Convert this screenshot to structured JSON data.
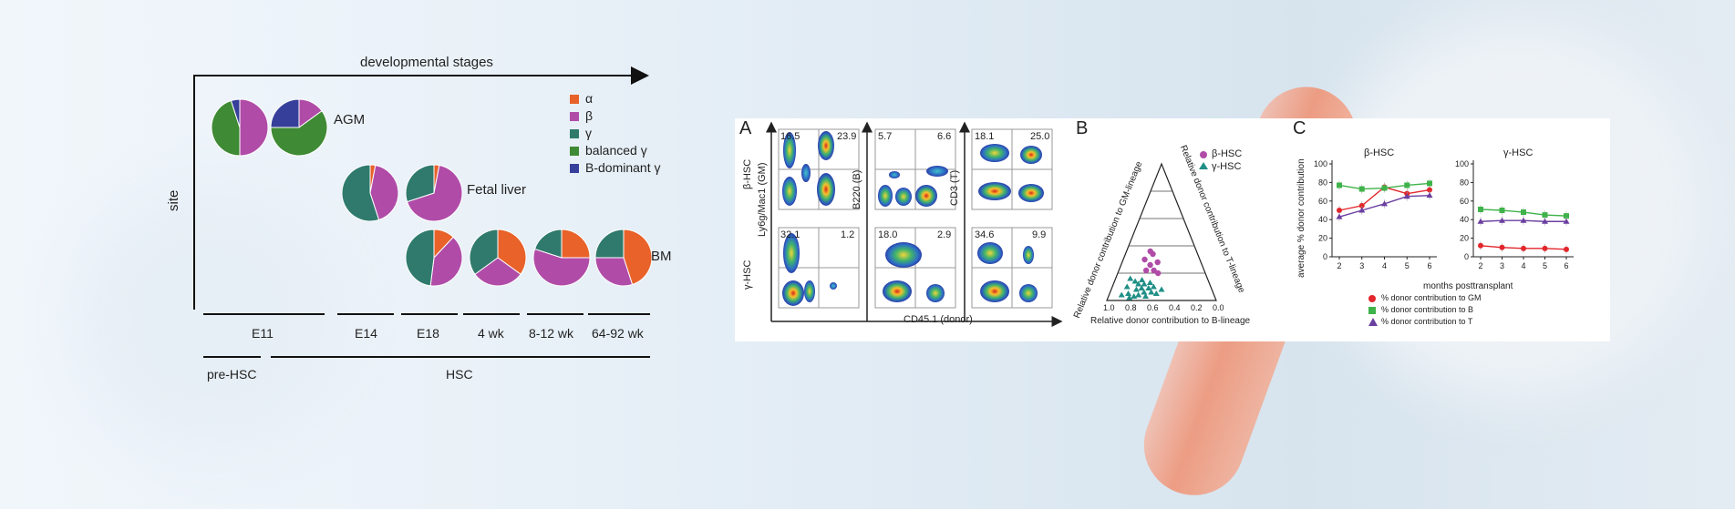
{
  "left_figure": {
    "x_axis_label": "developmental stages",
    "y_axis_label": "site",
    "sites": [
      "AGM",
      "Fetal liver",
      "BM"
    ],
    "legend": [
      {
        "label": "α",
        "color": "#e8622a"
      },
      {
        "label": "β",
        "color": "#b04ca8"
      },
      {
        "label": "γ",
        "color": "#2f7a6c"
      },
      {
        "label": "balanced γ",
        "color": "#3f8a34"
      },
      {
        "label": "B-dominant γ",
        "color": "#36409a"
      }
    ],
    "stages": [
      "E11",
      "E14",
      "E18",
      "4 wk",
      "8-12 wk",
      "64-92 wk"
    ],
    "groups": [
      "pre-HSC",
      "HSC"
    ]
  },
  "panel_A": {
    "letter": "A",
    "row_labels": [
      "β-HSC",
      "γ-HSC"
    ],
    "y_labels": [
      "Ly6g/Mac1 (GM)",
      "B220 (B)",
      "CD3 (T)"
    ],
    "x_label": "CD45.1 (donor)",
    "quadrant_values": [
      [
        "16.5",
        "23.9"
      ],
      [
        "5.7",
        "6.6"
      ],
      [
        "18.1",
        "25.0"
      ],
      [
        "32.1",
        "1.2"
      ],
      [
        "18.0",
        "2.9"
      ],
      [
        "34.6",
        "9.9"
      ]
    ]
  },
  "panel_B": {
    "letter": "B",
    "legend": [
      "β-HSC",
      "γ-HSC"
    ],
    "axis_left": "Relative donor contribution to GM-lineage",
    "axis_right": "Relative donor contribution to T-lineage",
    "axis_bottom": "Relative donor contribution to B-lineage",
    "ticks": [
      "0.0",
      "0.2",
      "0.4",
      "0.6",
      "0.8",
      "1.0"
    ]
  },
  "panel_C": {
    "letter": "C",
    "titles": [
      "β-HSC",
      "γ-HSC"
    ],
    "y_label": "average % donor contribution",
    "x_label": "months posttransplant",
    "legend": [
      "% donor contribution to GM",
      "% donor contribution to B",
      "% donor contribution to T"
    ]
  },
  "chart_data": [
    {
      "type": "pie",
      "title": "",
      "categories": [
        "α",
        "β",
        "γ",
        "balanced γ",
        "B-dominant γ"
      ],
      "pies": [
        {
          "stage": "E11",
          "site": "AGM",
          "values": [
            0,
            0.5,
            0,
            0.45,
            0.05
          ]
        },
        {
          "stage": "E11",
          "site": "AGM",
          "values": [
            0,
            0.15,
            0,
            0.6,
            0.25
          ]
        },
        {
          "stage": "E14",
          "site": "Fetal liver",
          "values": [
            0.03,
            0.42,
            0.55,
            0,
            0
          ]
        },
        {
          "stage": "E18",
          "site": "Fetal liver",
          "values": [
            0.03,
            0.67,
            0.3,
            0,
            0
          ]
        },
        {
          "stage": "E18",
          "site": "BM",
          "values": [
            0.12,
            0.4,
            0.48,
            0,
            0
          ]
        },
        {
          "stage": "4 wk",
          "site": "BM",
          "values": [
            0.35,
            0.3,
            0.35,
            0,
            0
          ]
        },
        {
          "stage": "8-12 wk",
          "site": "BM",
          "values": [
            0.25,
            0.55,
            0.2,
            0,
            0
          ]
        },
        {
          "stage": "64-92 wk",
          "site": "BM",
          "values": [
            0.45,
            0.3,
            0.25,
            0,
            0
          ]
        }
      ]
    },
    {
      "type": "scatter",
      "title": "",
      "series": [
        {
          "name": "β-HSC",
          "points": [
            [
              0.28,
              0.3
            ],
            [
              0.36,
              0.26
            ],
            [
              0.32,
              0.22
            ],
            [
              0.38,
              0.34
            ],
            [
              0.45,
              0.28
            ],
            [
              0.41,
              0.22
            ],
            [
              0.34,
              0.36
            ],
            [
              0.46,
              0.2
            ]
          ]
        },
        {
          "name": "γ-HSC",
          "points": [
            [
              0.15,
              0.1
            ],
            [
              0.25,
              0.08
            ],
            [
              0.32,
              0.12
            ],
            [
              0.4,
              0.06
            ],
            [
              0.22,
              0.14
            ],
            [
              0.18,
              0.05
            ],
            [
              0.28,
              0.04
            ],
            [
              0.35,
              0.03
            ],
            [
              0.42,
              0.1
            ],
            [
              0.3,
              0.09
            ],
            [
              0.12,
              0.04
            ],
            [
              0.2,
              0.02
            ],
            [
              0.38,
              0.13
            ],
            [
              0.26,
              0.12
            ],
            [
              0.45,
              0.05
            ],
            [
              0.33,
              0.06
            ],
            [
              0.5,
              0.08
            ],
            [
              0.16,
              0.16
            ],
            [
              0.24,
              0.03
            ],
            [
              0.37,
              0.09
            ],
            [
              0.29,
              0.15
            ]
          ]
        }
      ]
    },
    {
      "type": "line",
      "title": "β-HSC",
      "x": [
        2,
        3,
        4,
        5,
        6
      ],
      "ylim": [
        0,
        100
      ],
      "yticks": [
        0,
        20,
        40,
        60,
        80,
        100
      ],
      "series": [
        {
          "name": "% donor contribution to GM",
          "values": [
            50,
            55,
            75,
            68,
            72
          ]
        },
        {
          "name": "% donor contribution to B",
          "values": [
            77,
            73,
            74,
            77,
            79
          ]
        },
        {
          "name": "% donor contribution to T",
          "values": [
            43,
            50,
            57,
            65,
            66
          ]
        }
      ]
    },
    {
      "type": "line",
      "title": "γ-HSC",
      "x": [
        2,
        3,
        4,
        5,
        6
      ],
      "ylim": [
        0,
        100
      ],
      "yticks": [
        0,
        20,
        40,
        60,
        80,
        100
      ],
      "series": [
        {
          "name": "% donor contribution to GM",
          "values": [
            12,
            10,
            9,
            9,
            8
          ]
        },
        {
          "name": "% donor contribution to B",
          "values": [
            51,
            50,
            48,
            45,
            44
          ]
        },
        {
          "name": "% donor contribution to T",
          "values": [
            38,
            39,
            39,
            38,
            38
          ]
        }
      ]
    }
  ]
}
